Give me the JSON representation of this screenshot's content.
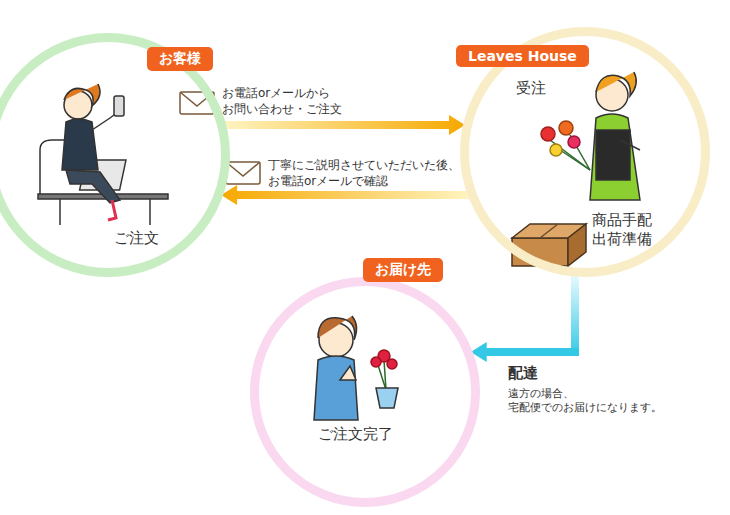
{
  "diagram": {
    "nodes": [
      {
        "text": [
          "お客様",
          "ご注文"
        ]
      },
      {
        "text": [
          "Leaves House",
          "受注",
          "商品手配 出荷準備"
        ]
      },
      {
        "text": [
          "お届け先",
          "ご注文完了"
        ]
      }
    ],
    "edges": [
      {
        "from": 0,
        "to": 1,
        "arrow": "to",
        "label": "お電話orメールから お問い合わせ・ご注文"
      },
      {
        "from": 1,
        "to": 0,
        "arrow": "to",
        "label": "丁寧にご説明させていただいた後、 お電話orメールで確認"
      },
      {
        "from": 1,
        "to": 2,
        "arrow": "to",
        "label": "配達"
      }
    ],
    "labels": [
      "遠方の場合、 宅配便でのお届けになります。"
    ]
  }
}
